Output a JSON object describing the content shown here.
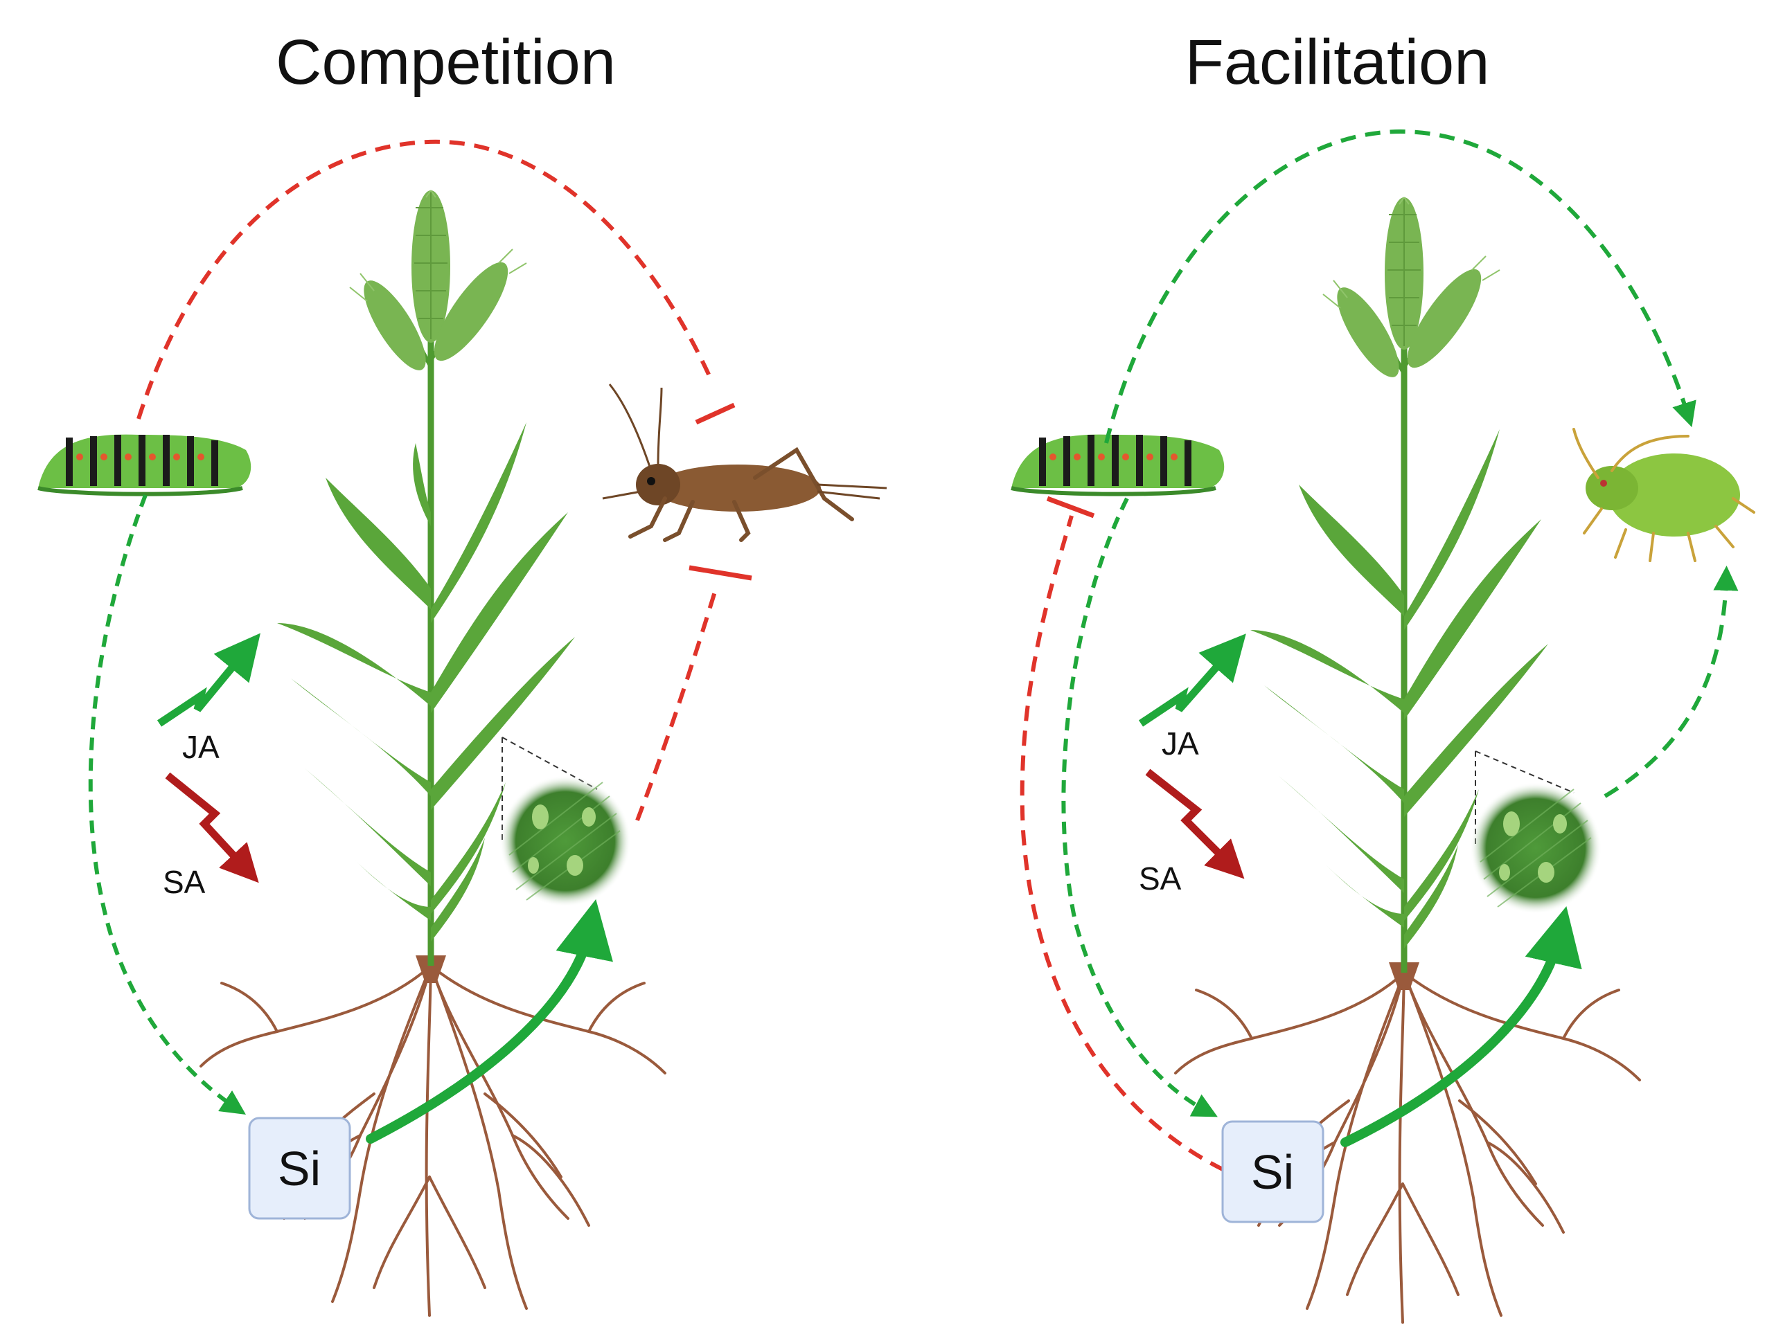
{
  "panels": [
    {
      "title": "Competition",
      "jasmonic_label": "JA",
      "salicylic_label": "SA",
      "silicon_label": "Si",
      "chewing_herbivore": "caterpillar-icon",
      "second_herbivore": "cricket-icon",
      "interaction": "competition"
    },
    {
      "title": "Facilitation",
      "jasmonic_label": "JA",
      "salicylic_label": "SA",
      "silicon_label": "Si",
      "chewing_herbivore": "caterpillar-icon",
      "second_herbivore": "aphid-icon",
      "interaction": "facilitation"
    }
  ],
  "colors": {
    "promote_arrow": "#1fa83a",
    "inhibit_arrow": "#e0332a",
    "salicylic_arrow": "#b01c1c",
    "plant_green": "#5aa63a",
    "root_brown": "#9a5a3c",
    "si_box_fill": "#e6eefb",
    "si_box_stroke": "#9fb4d8"
  }
}
